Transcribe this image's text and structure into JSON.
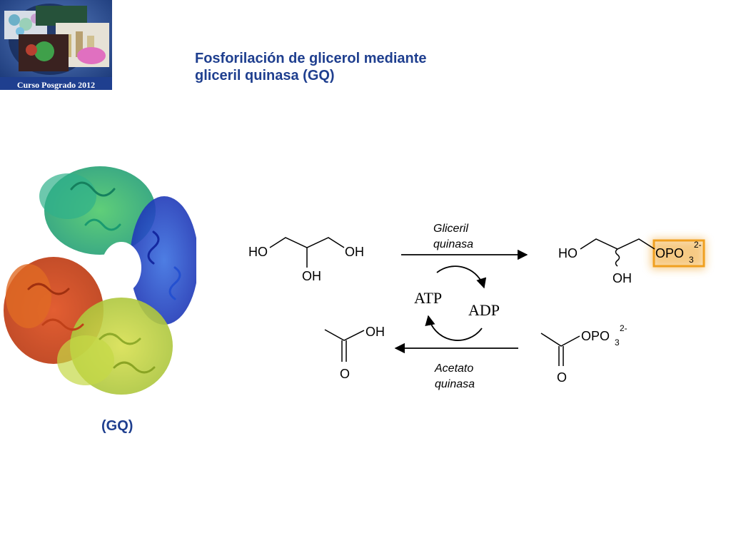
{
  "logo": {
    "caption": "Curso Posgrado 2012"
  },
  "title": {
    "line1": "Fosforilación de glicerol mediante",
    "line2": "gliceril quinasa (GQ)"
  },
  "protein": {
    "label": "(GQ)"
  },
  "scheme": {
    "glycerol": {
      "ho": "HO",
      "oh_right": "OH",
      "oh_bottom": "OH"
    },
    "forward_enzyme": {
      "line1": "Gliceril",
      "line2": "quinasa"
    },
    "product": {
      "ho": "HO",
      "opo": "OPO",
      "sub": "3",
      "sup": "2-",
      "oh": "OH"
    },
    "atp": "ATP",
    "adp": "ADP",
    "acetic_acid": {
      "oh": "OH",
      "o": "O"
    },
    "acetyl_phosphate": {
      "opo": "OPO",
      "sub": "3",
      "sup": "2-",
      "o": "O"
    },
    "reverse_enzyme": {
      "line1": "Acetato",
      "line2": "quinasa"
    },
    "colors": {
      "highlight": "#f0a020",
      "title": "#1f3f8f"
    }
  }
}
